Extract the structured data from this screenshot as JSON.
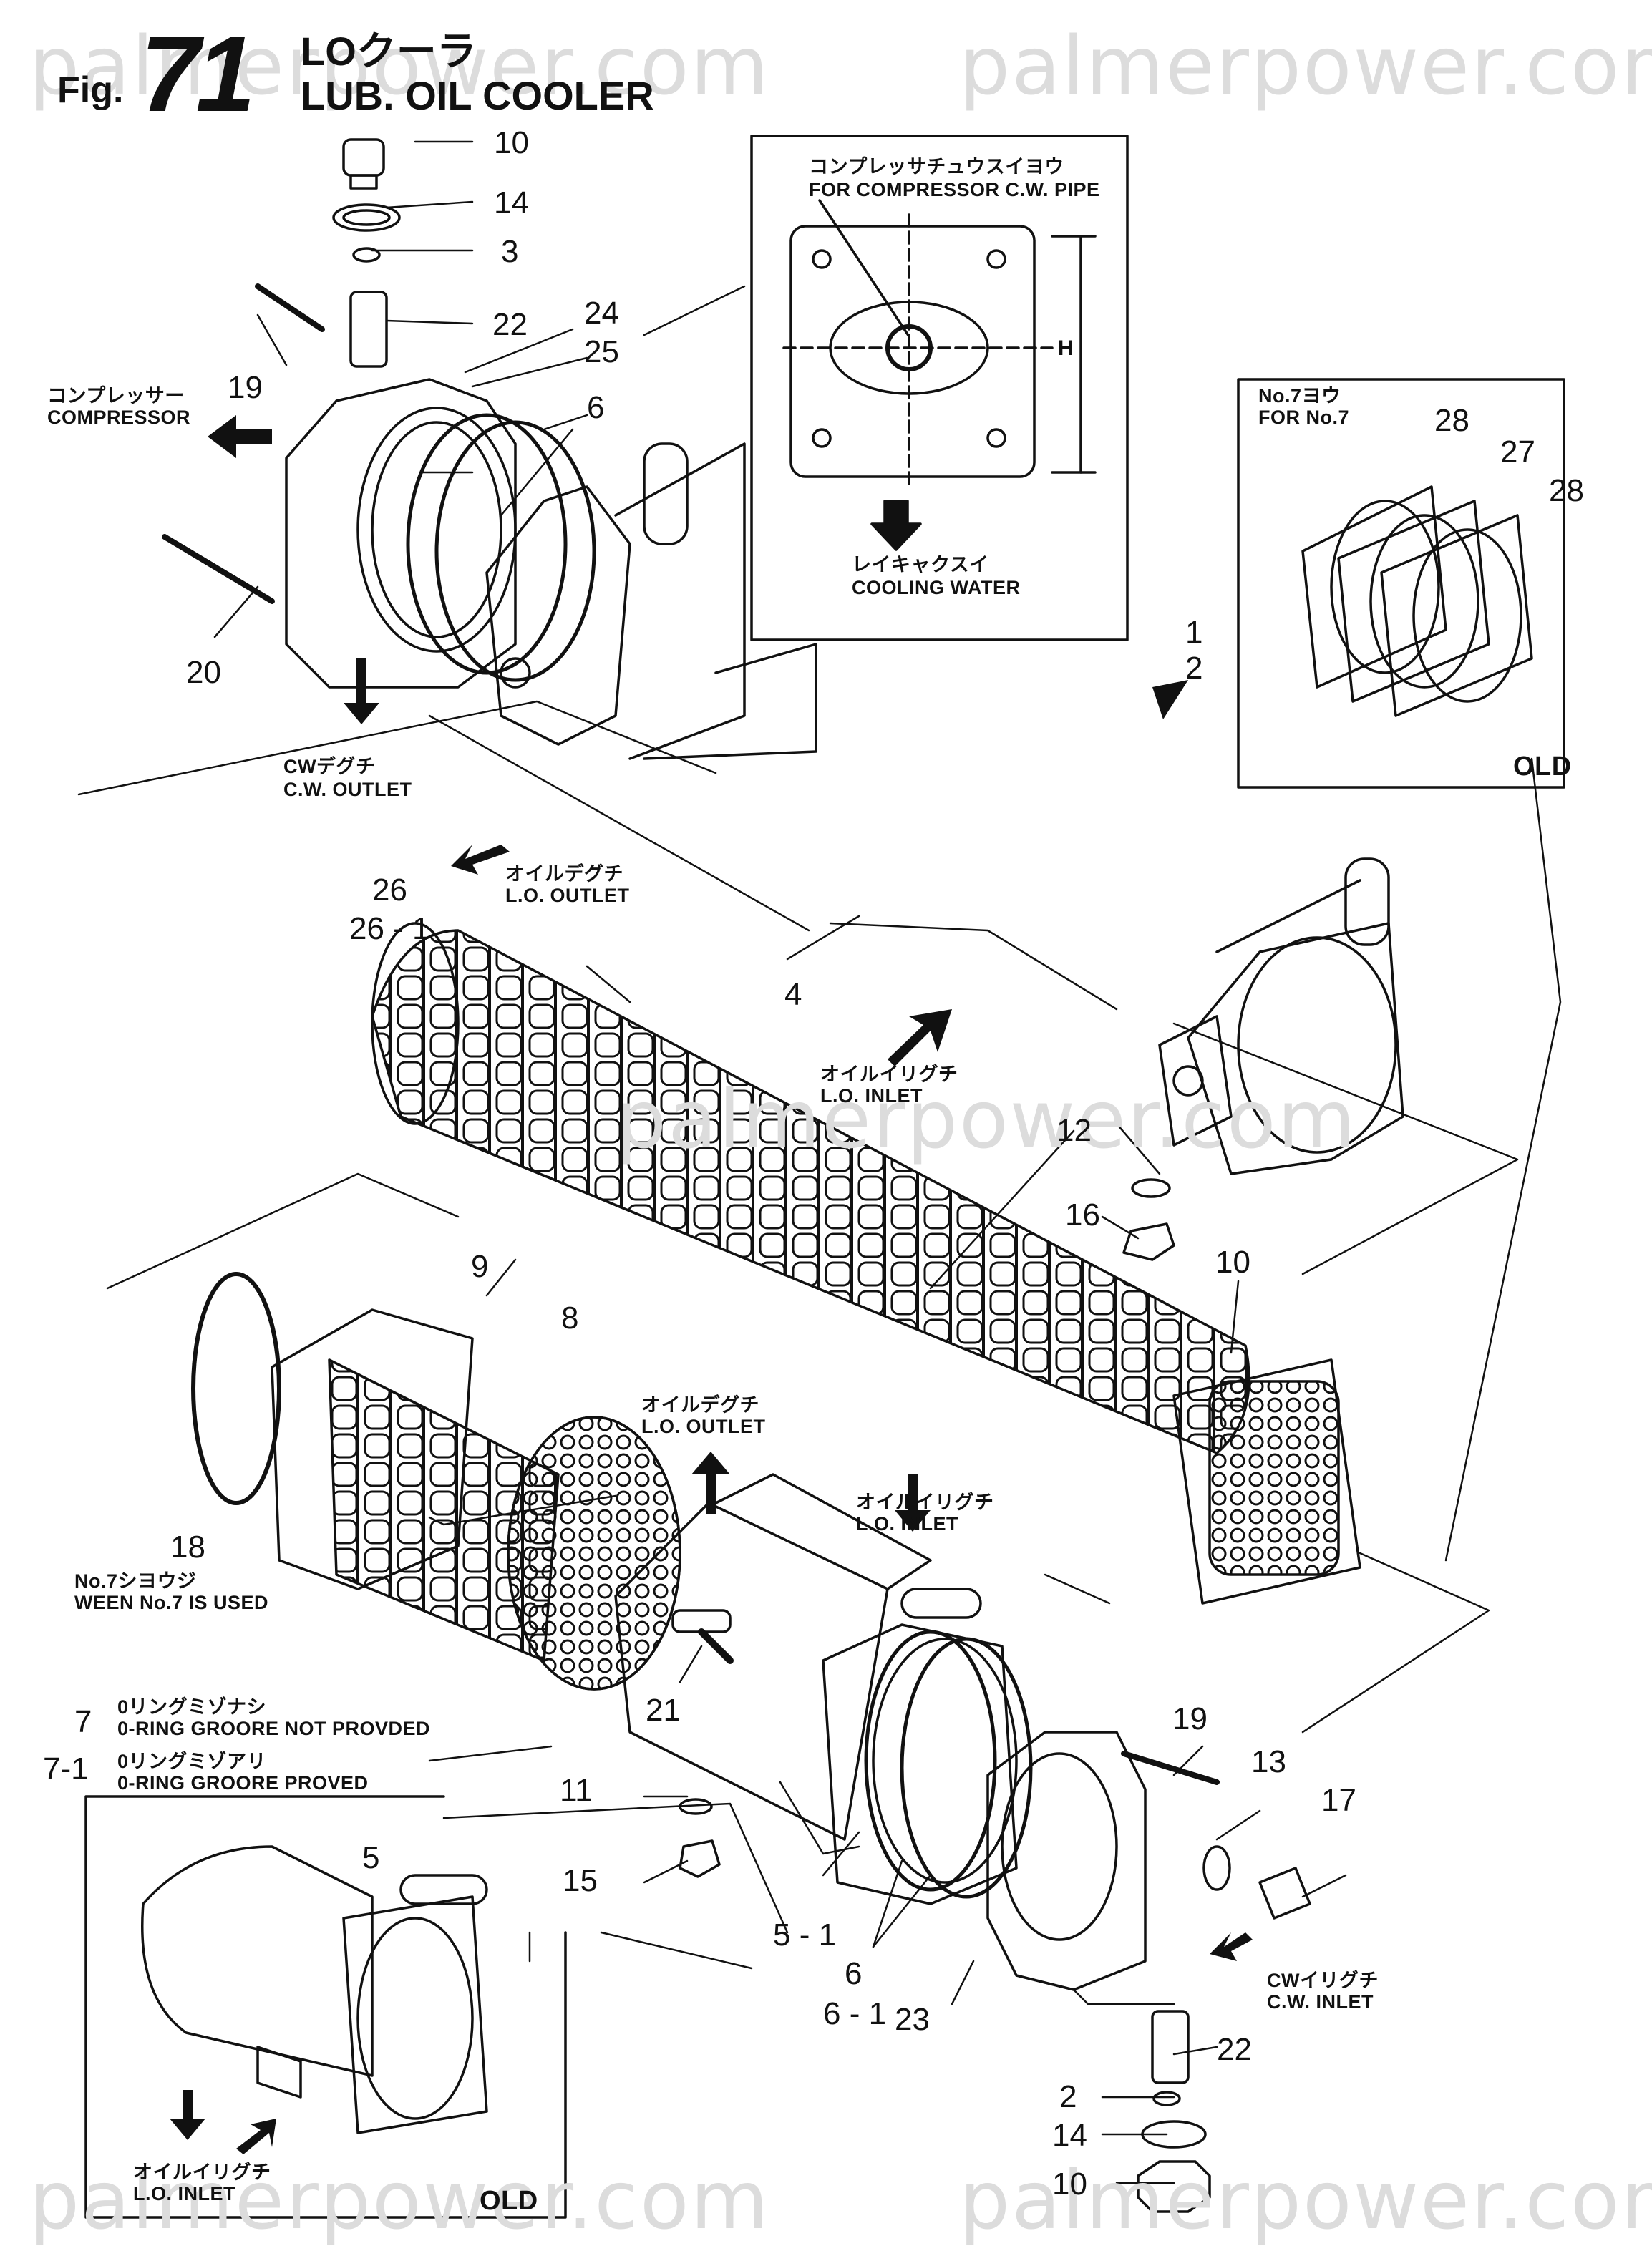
{
  "header": {
    "fig_prefix": "Fig.",
    "fig_number": "71",
    "title_jp": "LOクーラ",
    "title_en": "LUB. OIL COOLER"
  },
  "watermark": "palmerpower.com",
  "callouts": {
    "c10_top": "10",
    "c14_top": "14",
    "c3": "3",
    "c22_top": "22",
    "c24": "24",
    "c25": "25",
    "c6_top": "6",
    "c19_top": "19",
    "c20": "20",
    "c26": "26",
    "c26_1": "26 - 1",
    "c4": "4",
    "c1": "1",
    "c2": "2",
    "c28a": "28",
    "c27": "27",
    "c28b": "28",
    "c12": "12",
    "c16": "16",
    "c10_mid": "10",
    "c8": "8",
    "c9": "9",
    "c18": "18",
    "c21": "21",
    "c7": "7",
    "c7_1": "7-1",
    "c11": "11",
    "c15": "15",
    "c5": "5",
    "c5_1": "5 - 1",
    "c6_bot": "6",
    "c6_1": "6 - 1",
    "c23": "23",
    "c19_bot": "19",
    "c13": "13",
    "c17": "17",
    "c22_bot": "22",
    "c2_bot": "2",
    "c14_bot": "14",
    "c10_bot": "10"
  },
  "labels": {
    "compressor_jp": "コンプレッサー",
    "compressor_en": "COMPRESSOR",
    "cw_outlet_jp": "CWデグチ",
    "cw_outlet_en": "C.W. OUTLET",
    "lo_outlet_jp": "オイルデグチ",
    "lo_outlet_en": "L.O. OUTLET",
    "lo_inlet_jp": "オイルイリグチ",
    "lo_inlet_en": "L.O. INLET",
    "compressor_pipe_jp": "コンプレッサチュウスイヨウ",
    "compressor_pipe_en": "FOR COMPRESSOR C.W. PIPE",
    "dim_h": "H",
    "cooling_water_jp": "レイキャクスイ",
    "cooling_water_en": "COOLING WATER",
    "for_no7_jp": "No.7ヨウ",
    "for_no7_en": "FOR No.7",
    "old_1": "OLD",
    "lo_outlet2_jp": "オイルデグチ",
    "lo_outlet2_en": "L.O. OUTLET",
    "lo_inlet2_jp": "オイルイリグチ",
    "lo_inlet2_en": "L.O. INLET",
    "no7_note_jp": "No.7シヨウジ",
    "no7_note_en": "WEEN No.7 IS USED",
    "oring_not_jp": "0リングミゾナシ",
    "oring_not_en": "0-RING GROORE NOT PROVDED",
    "oring_prov_jp": "0リングミゾアリ",
    "oring_prov_en": "0-RING GROORE PROVED",
    "cw_inlet_jp": "CWイリグチ",
    "cw_inlet_en": "C.W. INLET",
    "lo_inlet3_jp": "オイルイリグチ",
    "lo_inlet3_en": "L.O. INLET",
    "old_2": "OLD"
  }
}
